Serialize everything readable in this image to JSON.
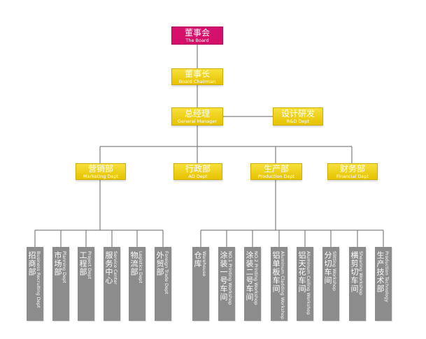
{
  "board": {
    "cn": "董事会",
    "en": "The Board"
  },
  "chairman": {
    "cn": "董事长",
    "en": "Board Chairman"
  },
  "gm": {
    "cn": "总经理",
    "en": "General Manager"
  },
  "rd": {
    "cn": "设计研发",
    "en": "R&D Dept"
  },
  "depts": [
    {
      "cn": "营销部",
      "en": "Marketing Dept"
    },
    {
      "cn": "行政部",
      "en": "AD Dept"
    },
    {
      "cn": "生产部",
      "en": "Production Dept"
    },
    {
      "cn": "财务部",
      "en": "Financial Dept"
    }
  ],
  "marketing_units": [
    {
      "cn": "招商部",
      "en": "Business Recruiting Dept"
    },
    {
      "cn": "市场部",
      "en": "Planning Dept"
    },
    {
      "cn": "工程部",
      "en": "Project Dept"
    },
    {
      "cn": "服务中心",
      "en": "Service Center"
    },
    {
      "cn": "物流部",
      "en": "Logistics Dept"
    },
    {
      "cn": "外贸部",
      "en": "Foreign Trade Dept"
    }
  ],
  "production_units": [
    {
      "cn": "仓库",
      "en": "Warehouse"
    },
    {
      "cn": "涂装一号车间",
      "en": "NO.1 Printing Workshop"
    },
    {
      "cn": "涂装二号车间",
      "en": "NO.2 Printing Workshop"
    },
    {
      "cn": "铝单板车间",
      "en": "Aluminum Cladding Workshop"
    },
    {
      "cn": "铝天花车间",
      "en": "Aluminum Ceiling Workshop"
    },
    {
      "cn": "分切车间",
      "en": "Slitting Workshop"
    },
    {
      "cn": "横剪切车间",
      "en": "Shearing Workshop"
    },
    {
      "cn": "生产技术部",
      "en": "Production Technology"
    }
  ],
  "colors": {
    "board": "#d4106b",
    "gold": "#f0d200",
    "leaf": "#8c8c8c",
    "line": "#666666"
  }
}
